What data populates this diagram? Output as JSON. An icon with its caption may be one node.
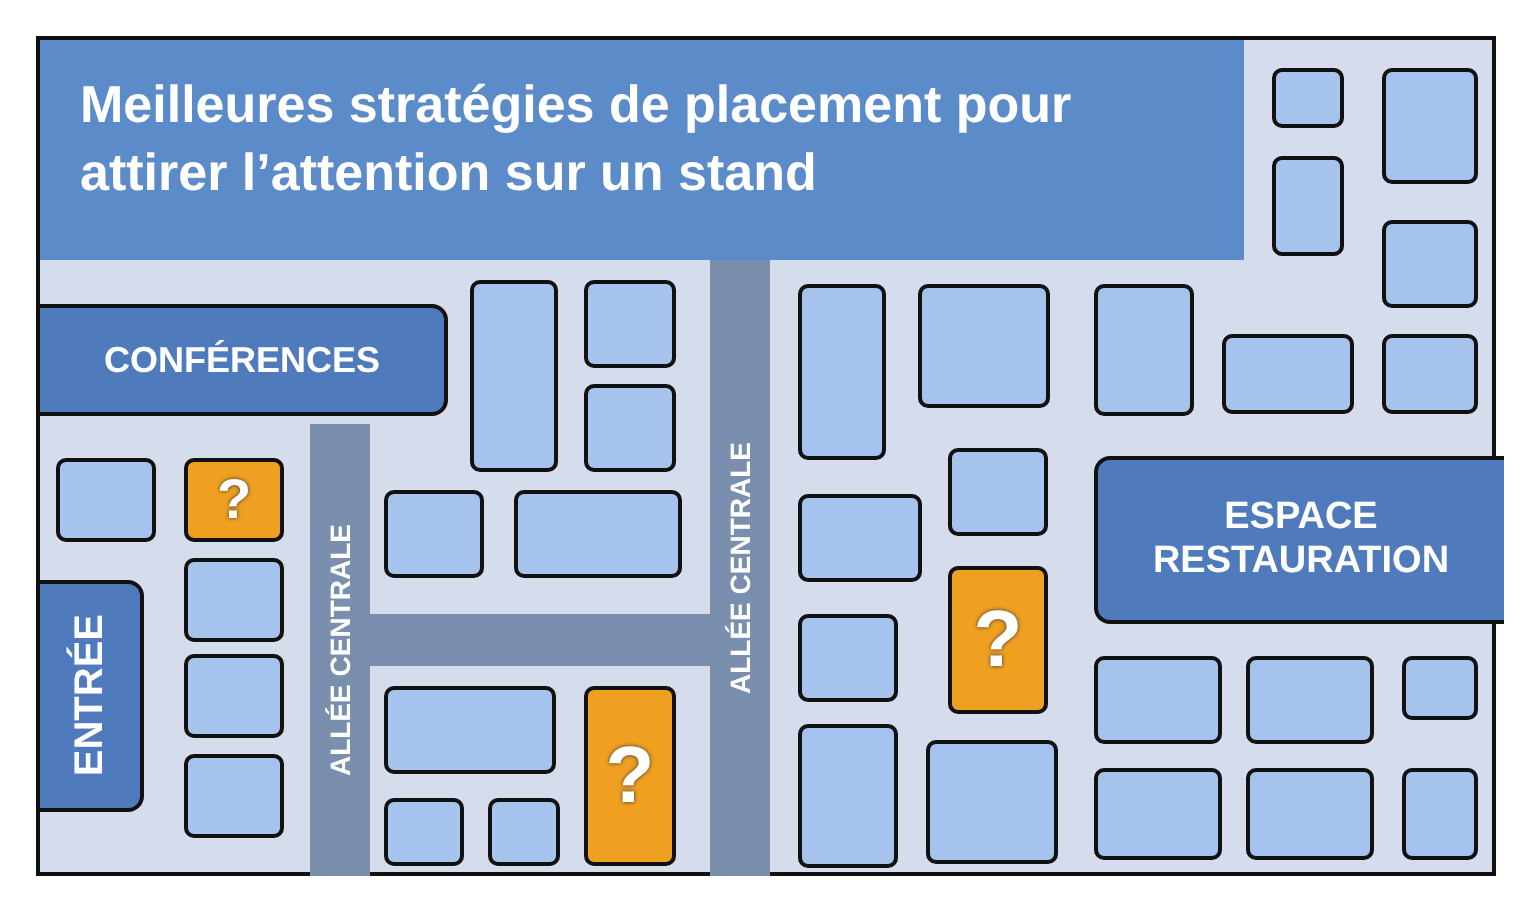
{
  "diagram": {
    "title": "Meilleures stratégies de placement pour attirer l’attention sur un stand",
    "nodes": [
      {
        "text": [
          "CONFÉRENCES"
        ]
      },
      {
        "text": [
          "ALLÉE CENTRALE"
        ]
      },
      {
        "text": [
          "ALLÉE CENTRALE"
        ]
      },
      {
        "text": [
          "ESPACE RESTAURATION"
        ]
      },
      {
        "text": [
          "ENTRÉE"
        ]
      },
      {
        "text": [
          "?"
        ]
      },
      {
        "text": [
          "?"
        ]
      },
      {
        "text": [
          "?"
        ]
      },
      {
        "text": [],
        "shape": "box"
      },
      {
        "text": [],
        "shape": "box"
      },
      {
        "text": [],
        "shape": "box"
      },
      {
        "text": [],
        "shape": "box"
      },
      {
        "text": [],
        "shape": "box"
      },
      {
        "text": [],
        "shape": "box"
      },
      {
        "text": [],
        "shape": "box"
      },
      {
        "text": [],
        "shape": "box"
      },
      {
        "text": [],
        "shape": "box"
      },
      {
        "text": [],
        "shape": "box"
      },
      {
        "text": [],
        "shape": "box"
      },
      {
        "text": [],
        "shape": "box"
      },
      {
        "text": [],
        "shape": "box"
      },
      {
        "text": [],
        "shape": "box"
      },
      {
        "text": [],
        "shape": "box"
      },
      {
        "text": [],
        "shape": "box"
      },
      {
        "text": [],
        "shape": "box"
      },
      {
        "text": [],
        "shape": "box"
      },
      {
        "text": [],
        "shape": "box"
      },
      {
        "text": [],
        "shape": "box"
      },
      {
        "text": [],
        "shape": "box"
      },
      {
        "text": [],
        "shape": "box"
      },
      {
        "text": [],
        "shape": "box"
      },
      {
        "text": [],
        "shape": "box"
      },
      {
        "text": [],
        "shape": "box"
      },
      {
        "text": [],
        "shape": "box"
      },
      {
        "text": [],
        "shape": "box"
      },
      {
        "text": [],
        "shape": "box"
      },
      {
        "text": [],
        "shape": "box"
      },
      {
        "text": [],
        "shape": "box"
      },
      {
        "text": [],
        "shape": "box"
      },
      {
        "text": [],
        "shape": "box"
      },
      {
        "text": [],
        "shape": "bar"
      }
    ]
  }
}
